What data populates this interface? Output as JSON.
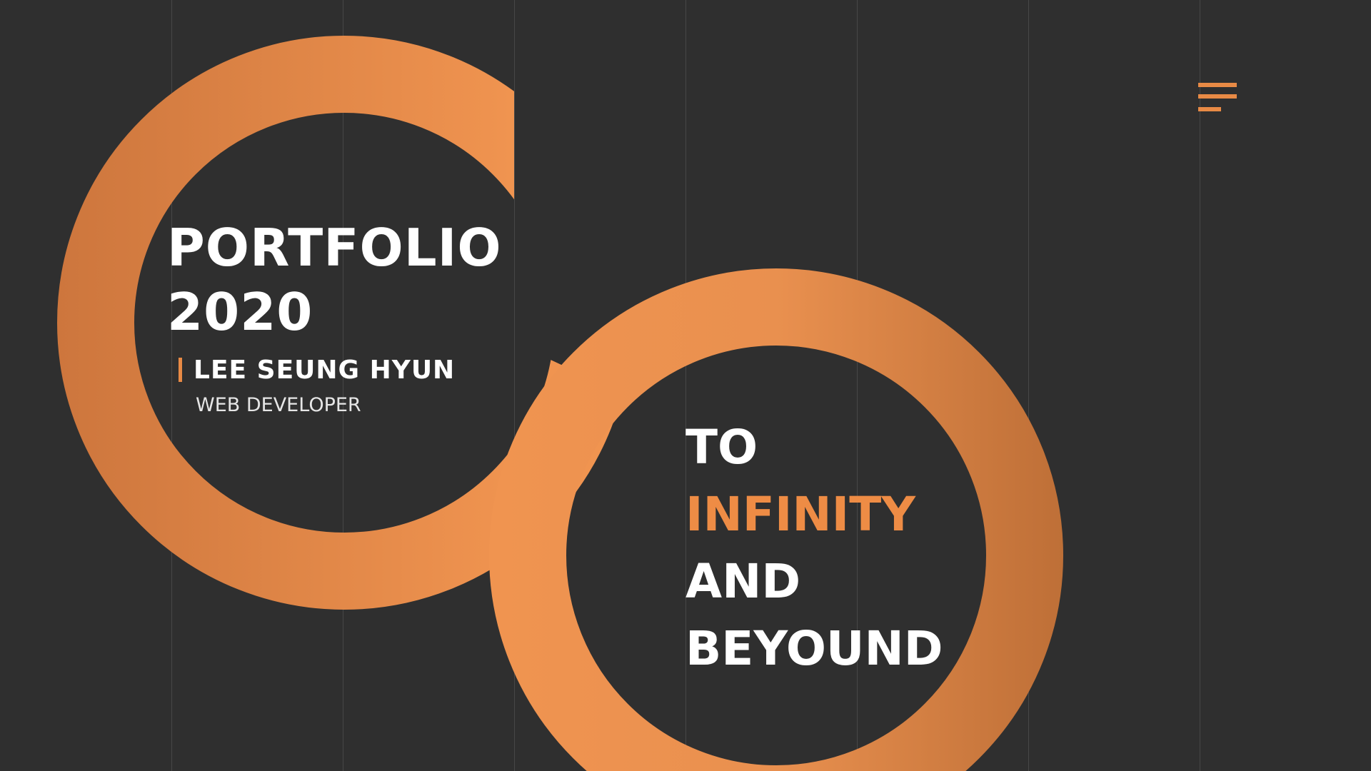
{
  "colors": {
    "background": "#2f2f2f",
    "grid_line": "#474747",
    "accent": "#ee8c45",
    "ring_light": "#f09a52",
    "ring_dark": "#c6723a",
    "text_primary": "#ffffff"
  },
  "header": {
    "menu_icon": "hamburger-menu-icon"
  },
  "intro": {
    "title_line1": "PORTFOLIO",
    "title_line2": "2020",
    "name": "LEE SEUNG HYUN",
    "role": "WEB DEVELOPER"
  },
  "slogan": {
    "line1": "TO",
    "line2": "INFINITY",
    "line3": "AND",
    "line4": "BEYOUND"
  }
}
